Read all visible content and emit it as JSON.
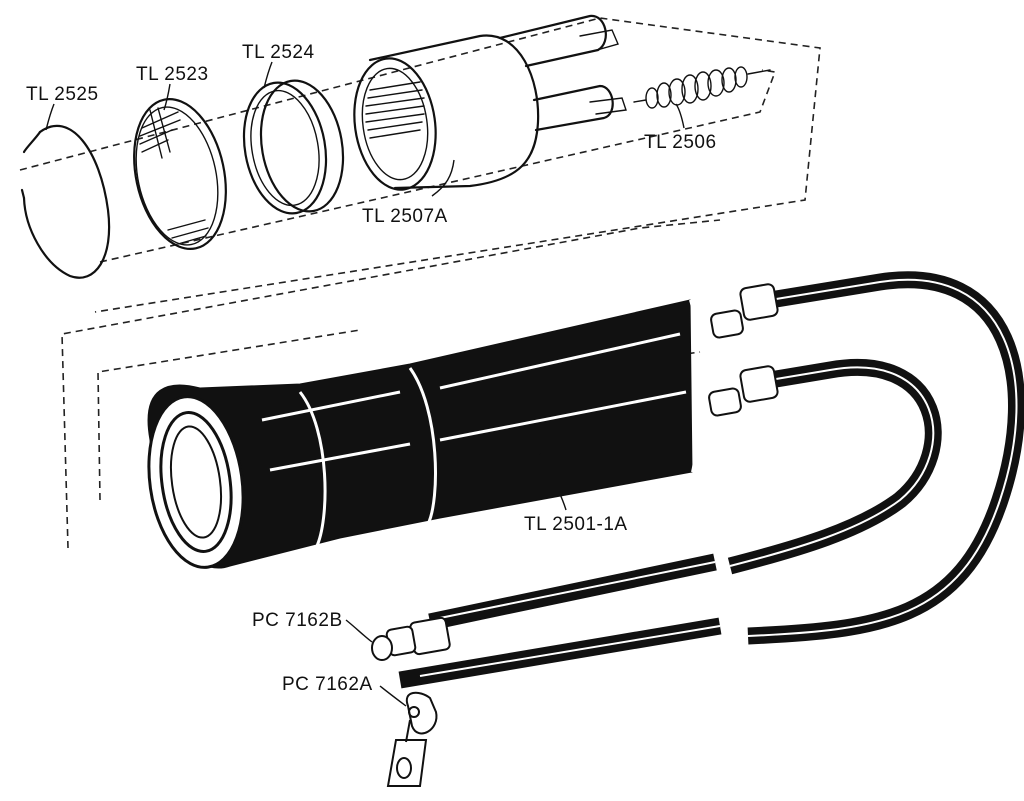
{
  "parts": [
    {
      "id": "tl2525",
      "label": "TL 2525"
    },
    {
      "id": "tl2523",
      "label": "TL 2523"
    },
    {
      "id": "tl2524",
      "label": "TL 2524"
    },
    {
      "id": "tl2507a",
      "label": "TL 2507A"
    },
    {
      "id": "tl2506",
      "label": "TL 2506"
    },
    {
      "id": "tl2501",
      "label": "TL 2501-1A"
    },
    {
      "id": "pc7162b",
      "label": "PC 7162B"
    },
    {
      "id": "pc7162a",
      "label": "PC 7162A"
    }
  ],
  "colors": {
    "ink": "#111111",
    "paper": "#ffffff"
  }
}
